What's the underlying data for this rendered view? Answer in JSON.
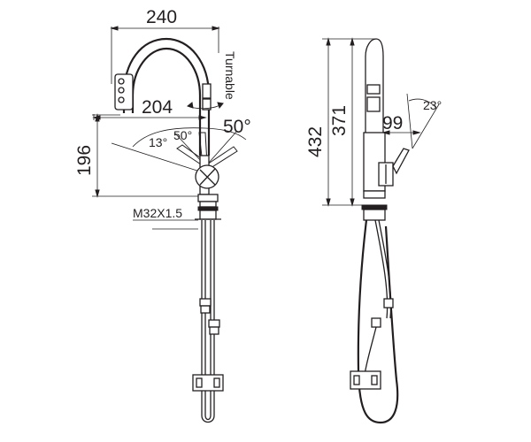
{
  "front_view": {
    "dims": {
      "width": "240",
      "reach": "204",
      "handle_height": "196",
      "thread": "M32X1.5"
    },
    "angles": {
      "a13": "13°",
      "a50_left": "50°",
      "a50_right": "50°"
    },
    "turnable": "Turnable"
  },
  "side_view": {
    "dims": {
      "total_height": "432",
      "spout_height": "371",
      "body_offset": "99"
    },
    "angles": {
      "a23": "23°"
    }
  }
}
